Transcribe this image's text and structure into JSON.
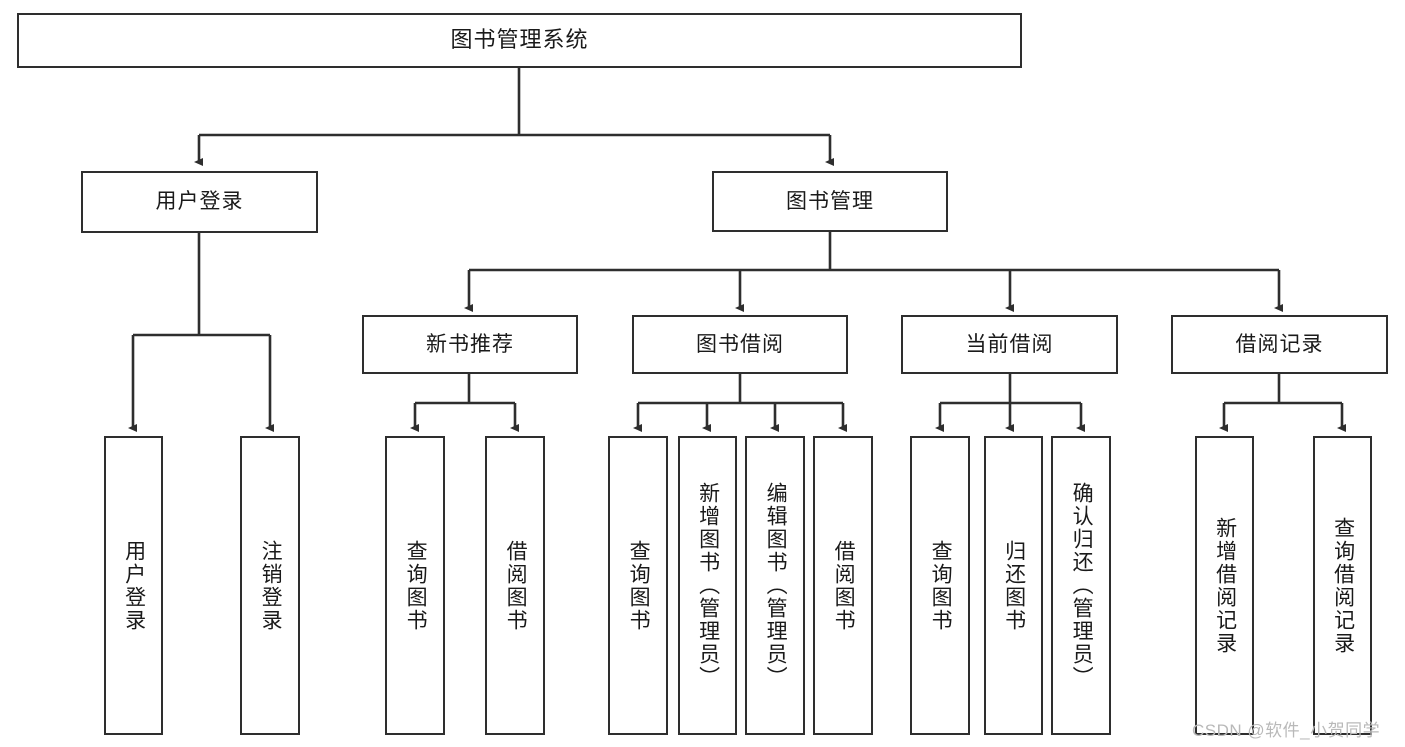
{
  "diagram": {
    "title": "图书管理系统",
    "type": "tree-hierarchy-diagram",
    "watermark": "CSDN @软件_小贺同学",
    "colors": {
      "stroke": "#2e2e2e",
      "fill": "#ffffff",
      "text": "#1a1a1a",
      "watermark": "#b9b9b9"
    },
    "nodes": {
      "root": "图书管理系统",
      "level1": {
        "user_login": "用户登录",
        "book_manage": "图书管理"
      },
      "level2": {
        "new_book_recommend": "新书推荐",
        "book_borrow": "图书借阅",
        "current_borrow": "当前借阅",
        "borrow_record": "借阅记录"
      },
      "leaves": {
        "user_login_children": [
          "用户登录",
          "注销登录"
        ],
        "new_book_recommend_children": [
          "查询图书",
          "借阅图书"
        ],
        "book_borrow_children": [
          "查询图书",
          "新增图书（管理员）",
          "编辑图书（管理员）",
          "借阅图书"
        ],
        "current_borrow_children": [
          "查询图书",
          "归还图书",
          "确认归还（管理员）"
        ],
        "borrow_record_children": [
          "新增借阅记录",
          "查询借阅记录"
        ]
      }
    }
  }
}
